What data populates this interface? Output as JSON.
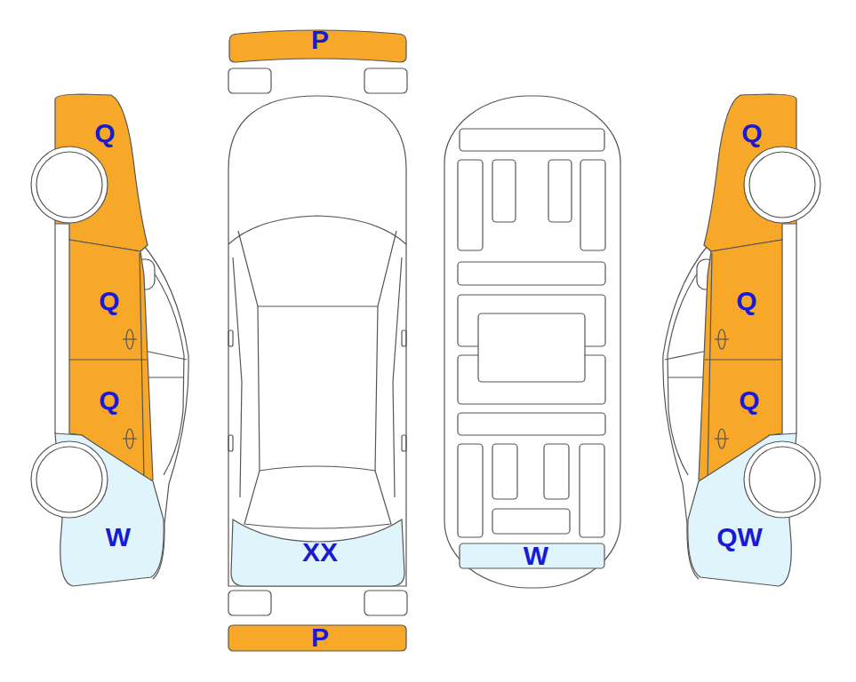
{
  "diagram": {
    "labels": [
      "P",
      "Q",
      "Q",
      "Q",
      "W",
      "XX",
      "W",
      "Q",
      "Q",
      "Q",
      "QW",
      "P"
    ]
  }
}
